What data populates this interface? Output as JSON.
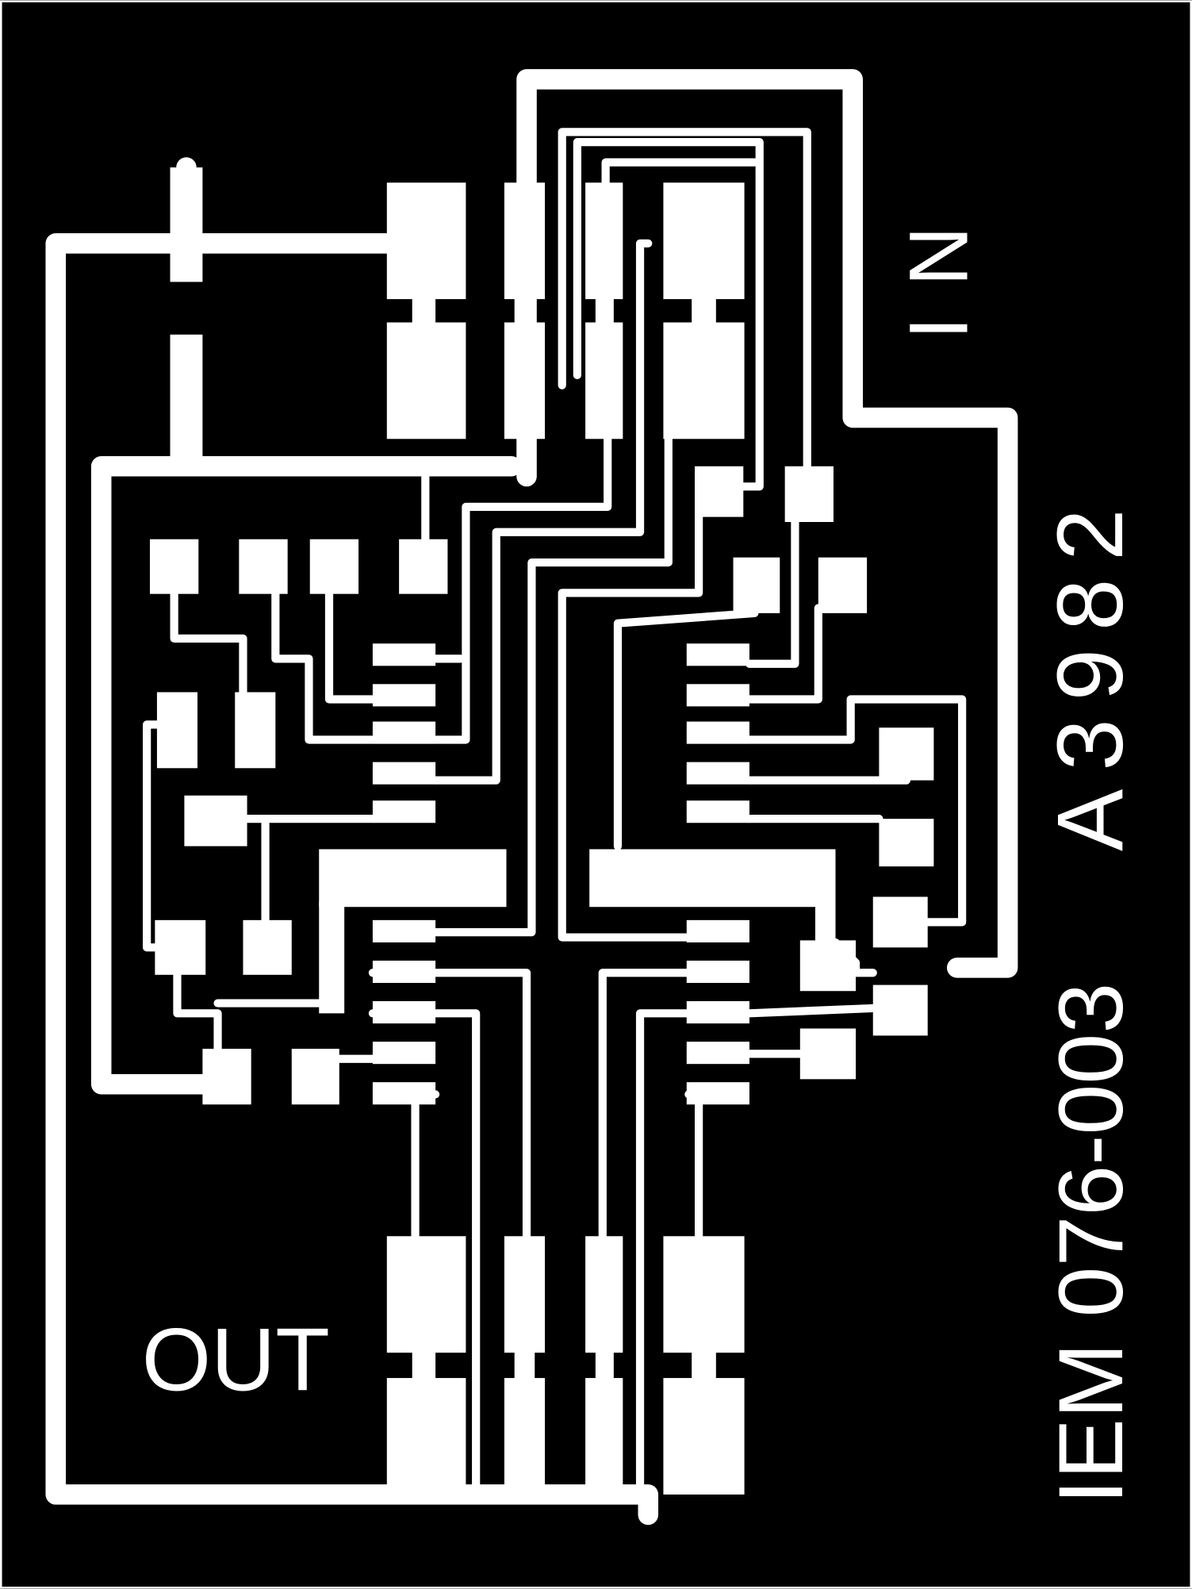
{
  "board": {
    "colors": {
      "background": "#000000",
      "copper": "#ffffff"
    },
    "labels": {
      "input": "IN",
      "output": "OUT",
      "chip": "A3982",
      "part_number": "IEM 076-003"
    }
  }
}
